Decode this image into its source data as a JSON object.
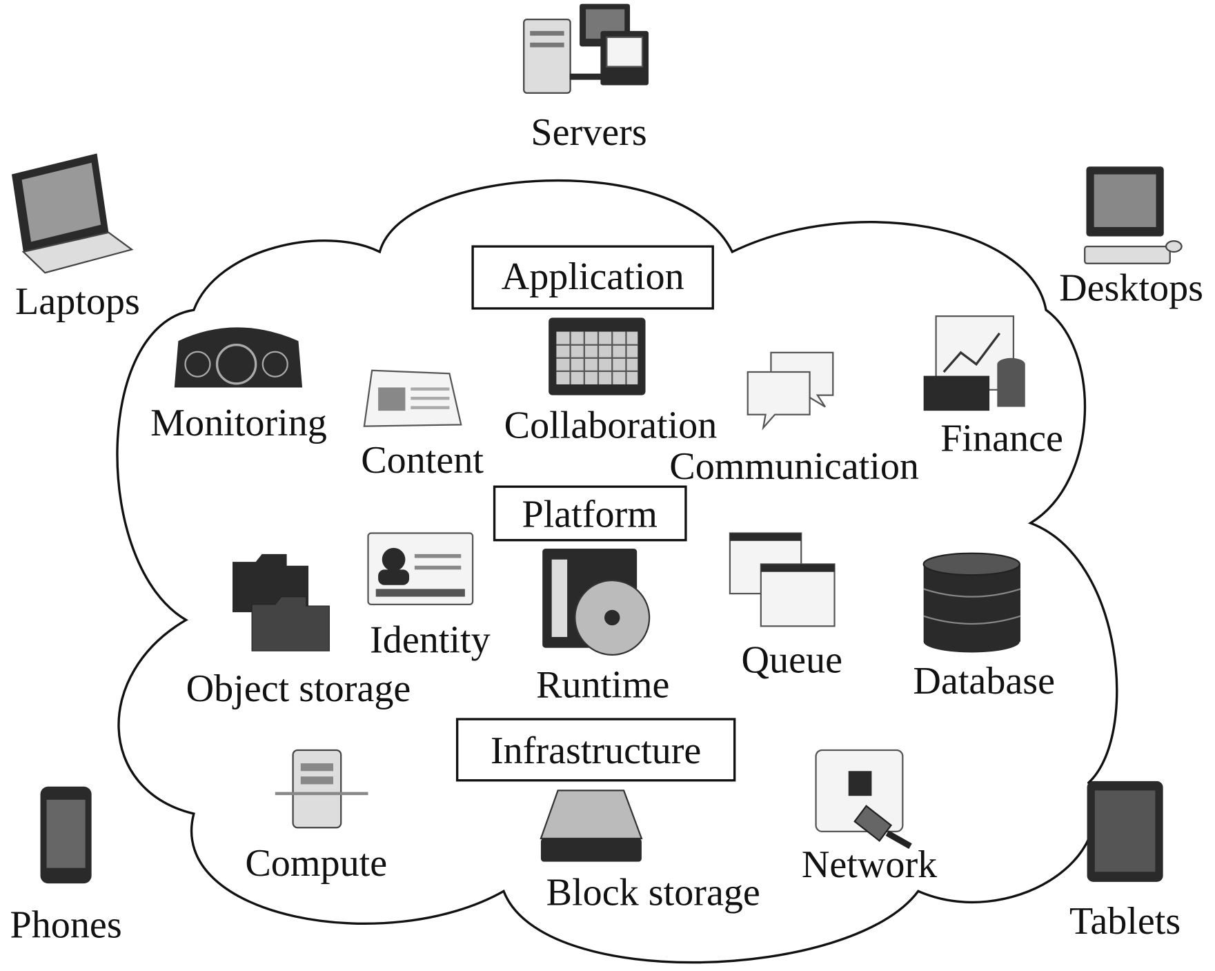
{
  "devices": {
    "servers": "Servers",
    "laptops": "Laptops",
    "desktops": "Desktops",
    "phones": "Phones",
    "tablets": "Tablets"
  },
  "layers": {
    "application": {
      "title": "Application",
      "items": [
        "Monitoring",
        "Content",
        "Collaboration",
        "Communication",
        "Finance"
      ]
    },
    "platform": {
      "title": "Platform",
      "items": [
        "Identity",
        "Object storage",
        "Runtime",
        "Queue",
        "Database"
      ]
    },
    "infrastructure": {
      "title": "Infrastructure",
      "items": [
        "Compute",
        "Block storage",
        "Network"
      ]
    }
  },
  "icons": {
    "servers": "servers-icon",
    "laptops": "laptop-icon",
    "desktops": "desktop-icon",
    "phones": "phone-icon",
    "tablets": "tablet-icon",
    "monitoring": "dashboard-gauge-icon",
    "content": "newspaper-icon",
    "collaboration": "calendar-icon",
    "communication": "chat-bubbles-icon",
    "finance": "chart-money-icon",
    "identity": "id-card-icon",
    "object_storage": "folders-icon",
    "runtime": "software-disc-icon",
    "queue": "windows-stack-icon",
    "database": "database-icon",
    "compute": "server-tower-icon",
    "block_storage": "hard-drive-icon",
    "network": "ethernet-port-icon"
  }
}
